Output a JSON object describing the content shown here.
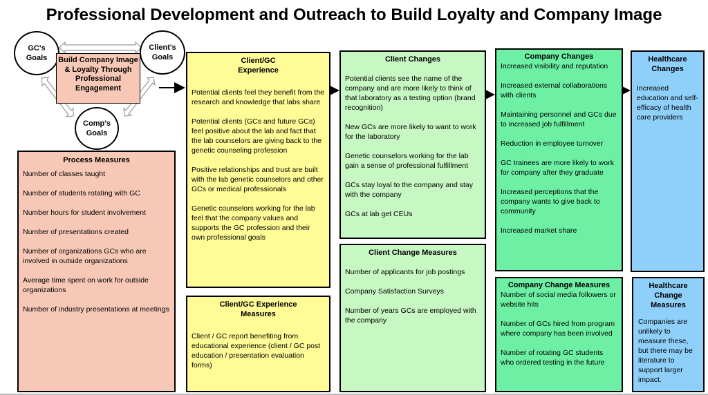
{
  "title": "Professional Development and Outreach to Build Loyalty and Company Image",
  "colors": {
    "salmon": "#f7c8b6",
    "yellow": "#fffb96",
    "light_green": "#c7f7c2",
    "green": "#6df0a4",
    "blue": "#8fd0fa"
  },
  "cycle": {
    "gc_goals": "GC's Goals",
    "clients_goals": "Client's Goals",
    "comps_goals": "Comp's Goals",
    "center": "Build Company Image & Loyalty Through Professional Engagement"
  },
  "process_measures": {
    "heading": "Process  Measures",
    "items": [
      "Number of classes taught",
      "Number of students rotating with GC",
      "Number hours for student involvement",
      "Number of presentations created",
      "Number of organizations GCs who are involved in outside organizations",
      "Average time spent on work for outside organizations",
      "Number of industry presentations at meetings"
    ]
  },
  "client_gc_experience": {
    "heading": "Client/GC Experience",
    "items": [
      "Potential clients feel they benefit from the research and knowledge that labs share",
      "Potential clients (GCs and future GCs) feel positive about the lab and fact that the lab counselors are giving back to the genetic counseling profession",
      "Positive relationships and trust are built with the lab genetic counselors and other GCs or medical professionals",
      "Genetic counselors working for the lab feel that the company values and supports the GC profession and their own professional goals"
    ]
  },
  "client_gc_experience_measures": {
    "heading": "Client/GC Experience Measures",
    "items": [
      "Client / GC report benefiting from educational experience (client / GC post education / presentation evaluation forms)"
    ]
  },
  "client_changes": {
    "heading": "Client Changes",
    "items": [
      "Potential clients see the name of the company and are more likely to think of that laboratory as a testing option (brand recognition)",
      "New GCs are more likely to want to work for the laboratory",
      "Genetic counselors working for the lab gain a sense of professional fulfillment",
      "GCs stay loyal to the company and stay with the company",
      "GCs at lab get CEUs"
    ]
  },
  "client_change_measures": {
    "heading": "Client Change Measures",
    "items": [
      "Number of applicants for job postings",
      "Company Satisfaction Surveys",
      "Number of years GCs are employed with the company"
    ]
  },
  "company_changes": {
    "heading": "Company Changes",
    "items": [
      "Increased visibility and reputation",
      "Increased external collaborations with clients",
      "Maintaining personnel and GCs due to increased job fulfillment",
      "Reduction in employee turnover",
      "GC trainees are more likely to work for company after they graduate",
      "Increased perceptions that the company wants to give back to community",
      "Increased market share"
    ]
  },
  "company_change_measures": {
    "heading": "Company Change Measures",
    "items": [
      "Number of social media followers or website hits",
      "Number of GCs hired from program where company has been involved",
      "Number of rotating GC students who ordered testing in the future"
    ]
  },
  "healthcare_changes": {
    "heading": "Healthcare Changes",
    "items": [
      "Increased education and self-efficacy of health care providers"
    ]
  },
  "healthcare_change_measures": {
    "heading": "Healthcare Change Measures",
    "items": [
      "Companies are unlikely to measure these, but there may be literature to support larger impact."
    ]
  }
}
